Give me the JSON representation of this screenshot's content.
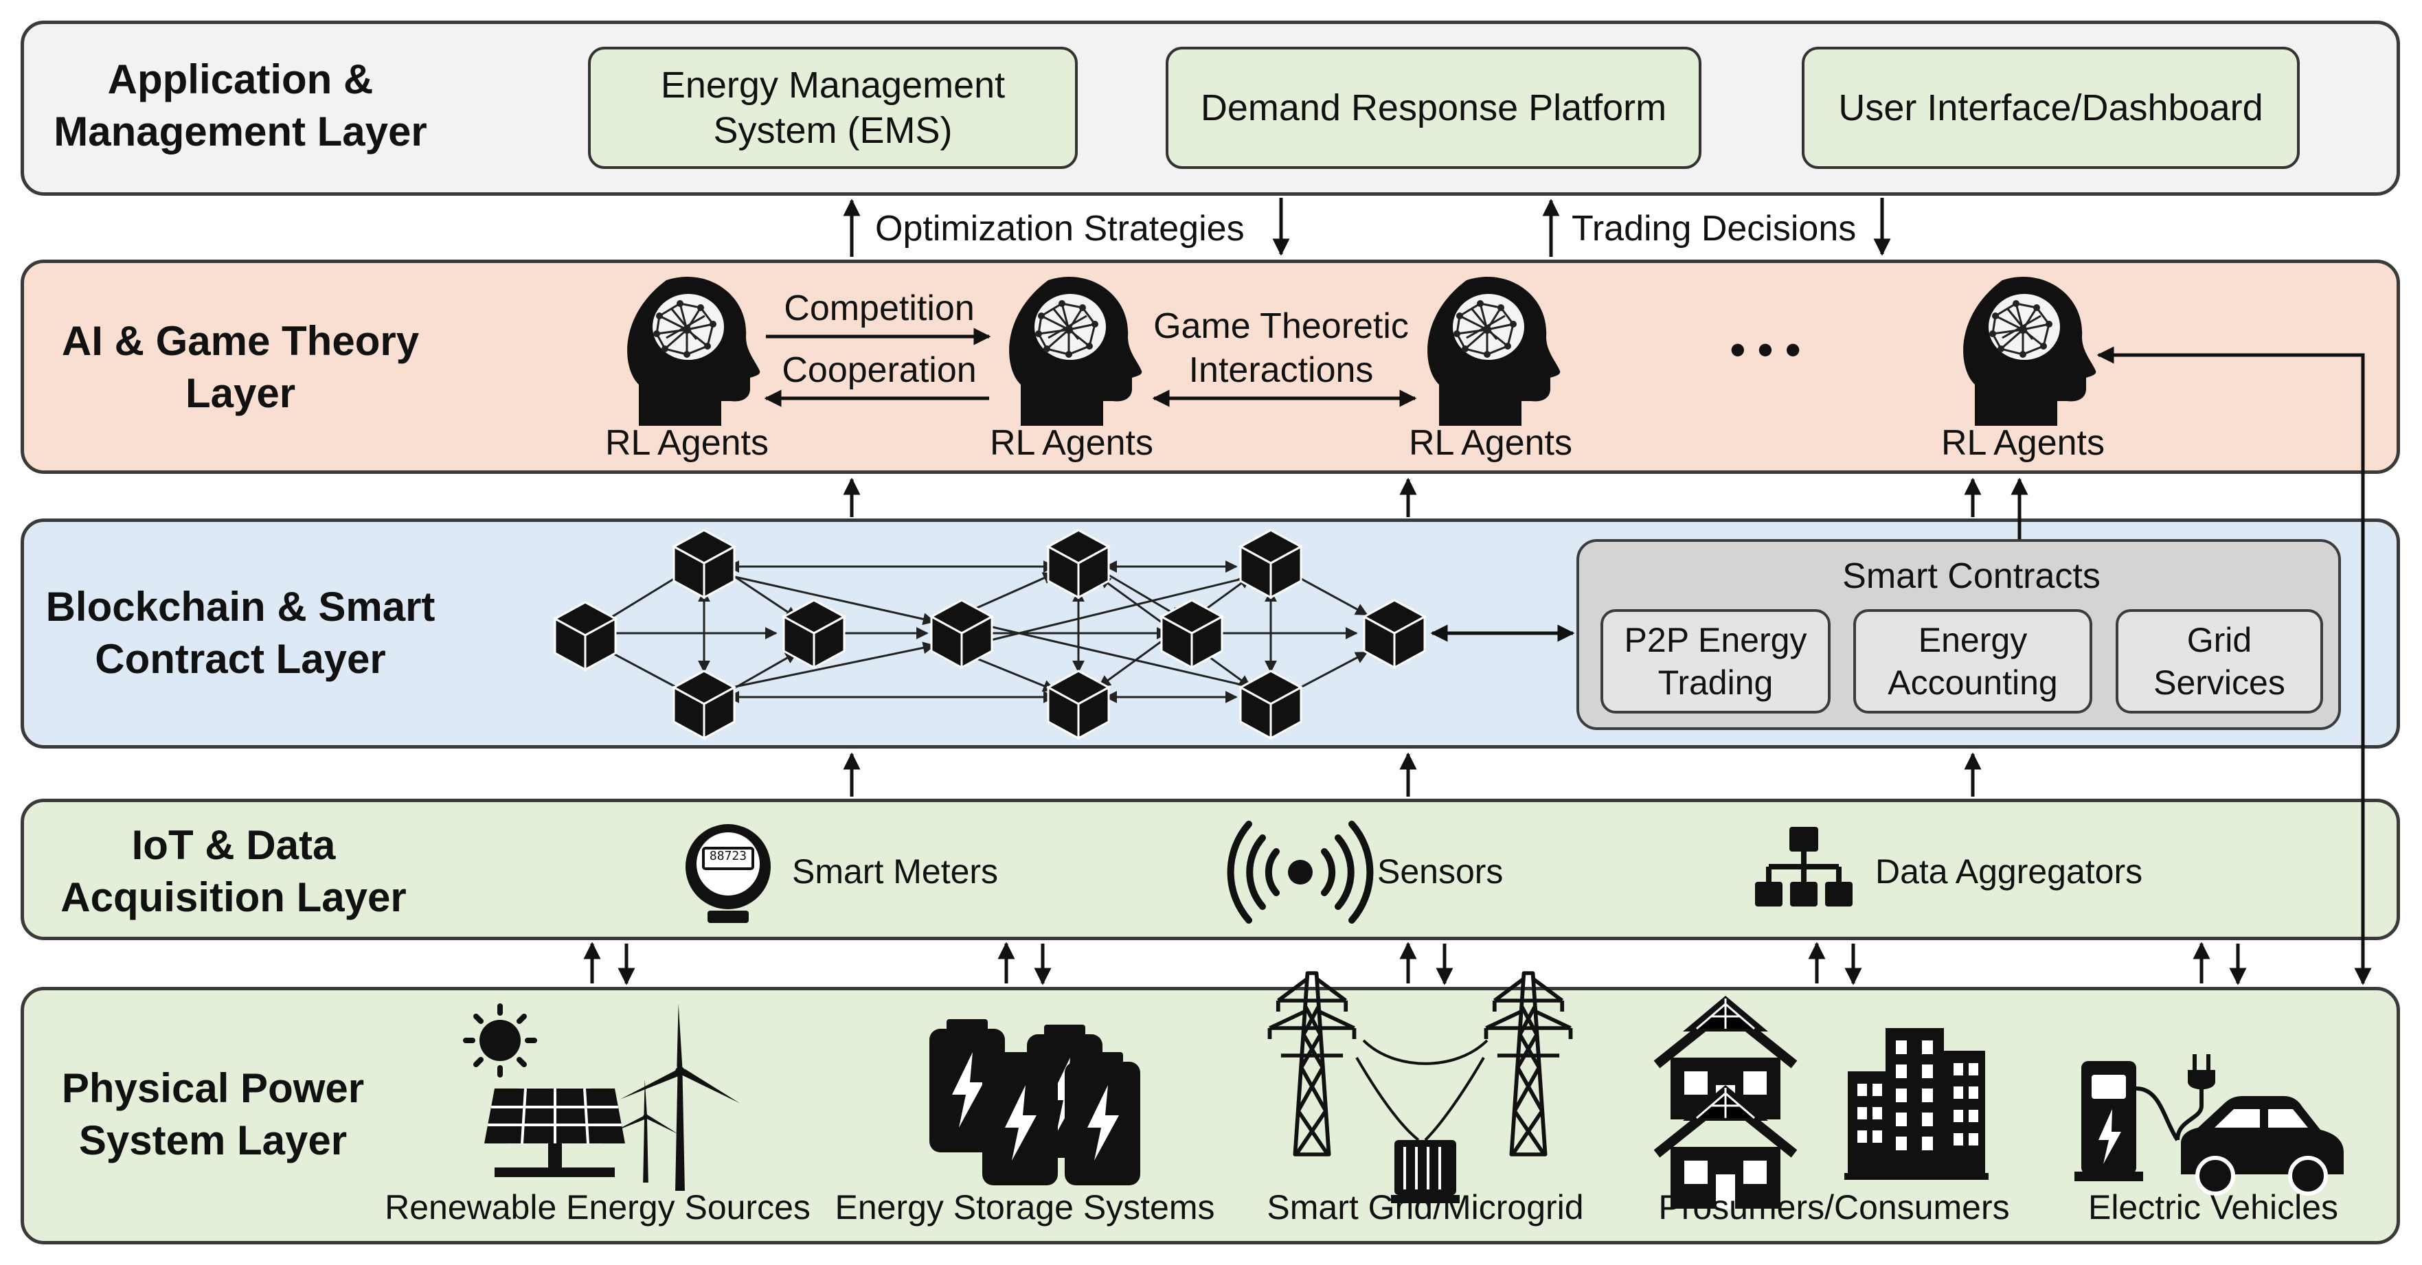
{
  "layers": {
    "application": {
      "title_line1": "Application &",
      "title_line2": "Management Layer"
    },
    "ai": {
      "title_line1": "AI & Game Theory",
      "title_line2": "Layer"
    },
    "blockchain": {
      "title_line1": "Blockchain & Smart",
      "title_line2": "Contract Layer"
    },
    "iot": {
      "title_line1": "IoT & Data",
      "title_line2": "Acquisition Layer"
    },
    "physical": {
      "title_line1": "Physical Power",
      "title_line2": "System Layer"
    }
  },
  "application": {
    "ems_line1": "Energy Management",
    "ems_line2": "System (EMS)",
    "demand_response": "Demand Response Platform",
    "dashboard": "User Interface/Dashboard"
  },
  "flows": {
    "optimization": "Optimization Strategies",
    "trading": "Trading Decisions"
  },
  "ai": {
    "agent_label": "RL Agents",
    "competition": "Competition",
    "cooperation": "Cooperation",
    "game_line1": "Game Theoretic",
    "game_line2": "Interactions",
    "ellipsis": "• • •"
  },
  "blockchain": {
    "smart_contracts": "Smart Contracts",
    "p2p_line1": "P2P Energy",
    "p2p_line2": "Trading",
    "accounting_line1": "Energy",
    "accounting_line2": "Accounting",
    "grid_line1": "Grid",
    "grid_line2": "Services"
  },
  "iot": {
    "smart_meters": "Smart Meters",
    "meter_display": "88723",
    "sensors": "Sensors",
    "aggregators": "Data Aggregators"
  },
  "physical": {
    "renewables": "Renewable Energy Sources",
    "storage": "Energy Storage Systems",
    "grid": "Smart Grid/Microgrid",
    "prosumers": "Prosumers/Consumers",
    "ev": "Electric Vehicles"
  },
  "colors": {
    "application_bg": "#f2f2f2",
    "ai_bg": "#f9dfd1",
    "blockchain_bg": "#dde9f4",
    "iot_bg": "#e3efd8",
    "physical_bg": "#e3efd8",
    "box_bg": "#e3efd8",
    "contract_bg": "#d4d4d4"
  },
  "icons": [
    "brain-head-icon",
    "cube-block-icon",
    "smart-meter-icon",
    "wireless-sensor-icon",
    "hierarchy-icon",
    "sun-icon",
    "solar-panel-icon",
    "wind-turbine-icon",
    "battery-icon",
    "transmission-tower-icon",
    "transformer-icon",
    "house-solar-icon",
    "building-icon",
    "ev-charger-icon",
    "car-icon"
  ]
}
